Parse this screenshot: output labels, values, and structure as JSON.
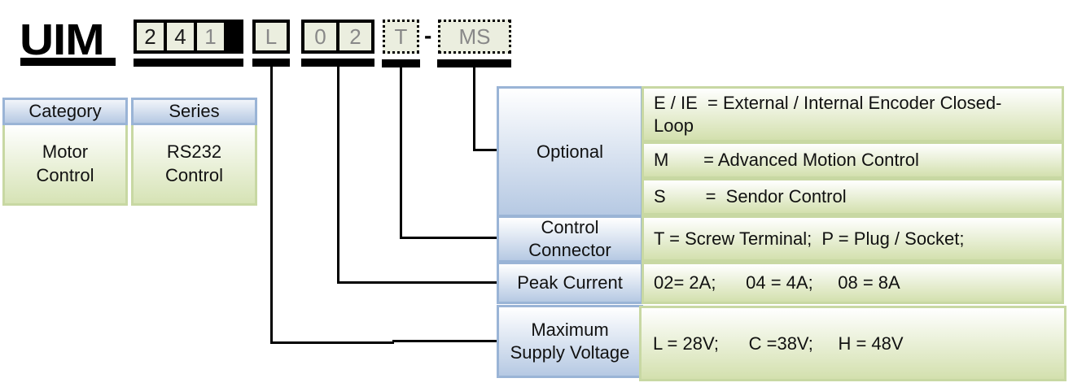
{
  "model_code": {
    "prefix": "UIM",
    "series_digits": [
      "2",
      "4",
      "1"
    ],
    "voltage_code": "L",
    "current_digits": [
      "0",
      "2"
    ],
    "connector_code": "T",
    "separator": "-",
    "optional_code": "MS"
  },
  "info_cards": [
    {
      "header": "Category",
      "body_line1": "Motor",
      "body_line2": "Control"
    },
    {
      "header": "Series",
      "body_line1": "RS232",
      "body_line2": "Control"
    }
  ],
  "spec_table": {
    "optional": {
      "label": "Optional",
      "rows": [
        "E / IE  = External / Internal Encoder Closed-\nLoop",
        "M       = Advanced Motion Control",
        "S        =  Sendor Control"
      ]
    },
    "control_connector": {
      "label": "Control Connector",
      "value": "T = Screw Terminal;  P = Plug / Socket;"
    },
    "peak_current": {
      "label": "Peak Current",
      "value": "02= 2A;      04 = 4A;     08 = 8A"
    },
    "max_supply_voltage": {
      "label_line1": "Maximum",
      "label_line2": "Supply Voltage",
      "value": "L = 28V;      C =38V;     H = 48V"
    }
  },
  "colors": {
    "label_border": "#9ab4d6",
    "value_border": "#c8d8a3",
    "digit_fill": "#ebeedf"
  }
}
